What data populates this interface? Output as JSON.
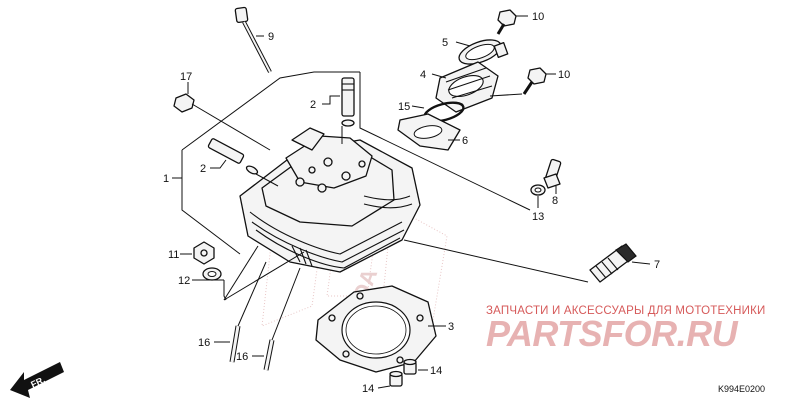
{
  "diagram": {
    "type": "exploded-parts-diagram",
    "drawing_code": "K994E0200",
    "direction_label": "FR.",
    "callouts": [
      "1",
      "2",
      "2",
      "3",
      "4",
      "5",
      "6",
      "7",
      "8",
      "9",
      "10",
      "10",
      "11",
      "12",
      "13",
      "14",
      "14",
      "15",
      "16",
      "16",
      "17"
    ]
  },
  "watermark": {
    "caption": "ЗАПЧАСТИ И АКСЕССУАРЫ ДЛЯ МОТОТЕХНИКИ",
    "logo": "PARTSFOR.RU",
    "emblem_text": "HONDA",
    "colors": {
      "caption": "#d65a5a",
      "logo": "#e7b2b2"
    }
  },
  "colors": {
    "line": "#111111",
    "fill": "#f4f4f4"
  }
}
